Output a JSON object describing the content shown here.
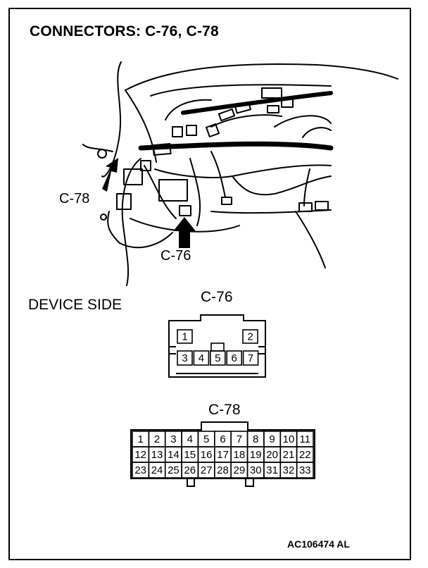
{
  "title": "CONNECTORS: C-76, C-78",
  "callouts": {
    "c78": "C-78",
    "c76": "C-76"
  },
  "view_label": "DEVICE SIDE",
  "connector_c76": {
    "name": "C-76",
    "top_pins": [
      "1",
      "2"
    ],
    "bottom_pins": [
      "3",
      "4",
      "5",
      "6",
      "7"
    ]
  },
  "connector_c78": {
    "name": "C-78",
    "rows": [
      [
        "1",
        "2",
        "3",
        "4",
        "5",
        "6",
        "7",
        "8",
        "9",
        "10",
        "11"
      ],
      [
        "12",
        "13",
        "14",
        "15",
        "16",
        "17",
        "18",
        "19",
        "20",
        "21",
        "22"
      ],
      [
        "23",
        "24",
        "25",
        "26",
        "27",
        "28",
        "29",
        "30",
        "31",
        "32",
        "33"
      ]
    ]
  },
  "reference": "AC106474 AL"
}
